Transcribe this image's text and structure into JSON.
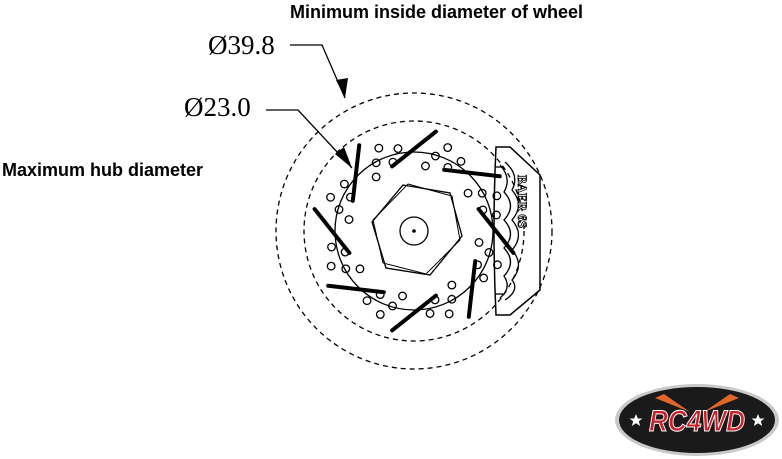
{
  "labels": {
    "min_wheel": "Minimum inside diameter of wheel",
    "max_hub": "Maximum hub diameter",
    "dim_wheel": "Ø39.8",
    "dim_hub": "Ø23.0"
  },
  "caliper_text": "BAER 6S",
  "logo_text": "RC4WD",
  "colors": {
    "line": "#000000",
    "logo_red": "#c8202a",
    "logo_dark": "#1a1a1a"
  }
}
